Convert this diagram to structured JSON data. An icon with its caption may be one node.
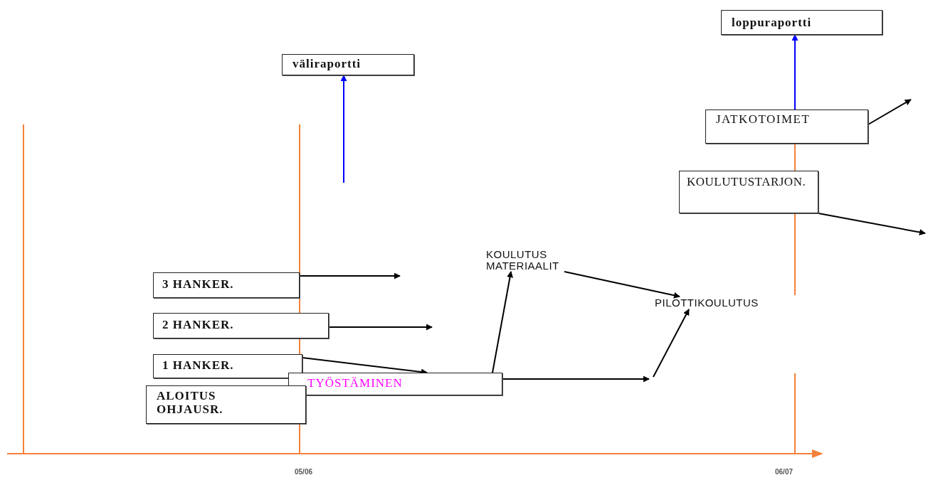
{
  "diagram": {
    "nodes": [
      {
        "text": [
          "loppuraportti"
        ]
      },
      {
        "text": [
          "väliraportti"
        ]
      },
      {
        "text": [
          "JATKOTOIMET"
        ]
      },
      {
        "text": [
          "KOULUTUSTARJON."
        ]
      },
      {
        "text": [
          "KOULUTUS MATERIAALIT"
        ]
      },
      {
        "text": [
          "3 HANKER."
        ]
      },
      {
        "text": [
          "PILOTTIKOULUTUS"
        ]
      },
      {
        "text": [
          "2 HANKER."
        ]
      },
      {
        "text": [
          "1 HANKER."
        ]
      },
      {
        "text": [
          "TYÖSTÄMINEN"
        ]
      },
      {
        "text": [
          "ALOITUS OHJAUSR."
        ]
      }
    ],
    "edges": [
      {
        "from": null,
        "to": 1,
        "arrow": "to",
        "color": "#0000ff"
      },
      {
        "from": 2,
        "to": 0,
        "arrow": "to",
        "color": "#0000ff"
      },
      {
        "from": 2,
        "to": null,
        "arrow": "to"
      },
      {
        "from": 3,
        "to": null,
        "arrow": "to"
      },
      {
        "from": 5,
        "to": null,
        "arrow": "to"
      },
      {
        "from": 7,
        "to": null,
        "arrow": "to"
      },
      {
        "from": 8,
        "to": 9,
        "arrow": "to"
      },
      {
        "from": 9,
        "to": 4,
        "arrow": "to"
      },
      {
        "from": 9,
        "to": null,
        "arrow": "to"
      },
      {
        "from": null,
        "to": 6,
        "arrow": "to"
      },
      {
        "from": 4,
        "to": 6,
        "arrow": "to"
      }
    ],
    "labels": [
      "05/06",
      "06/07"
    ]
  }
}
